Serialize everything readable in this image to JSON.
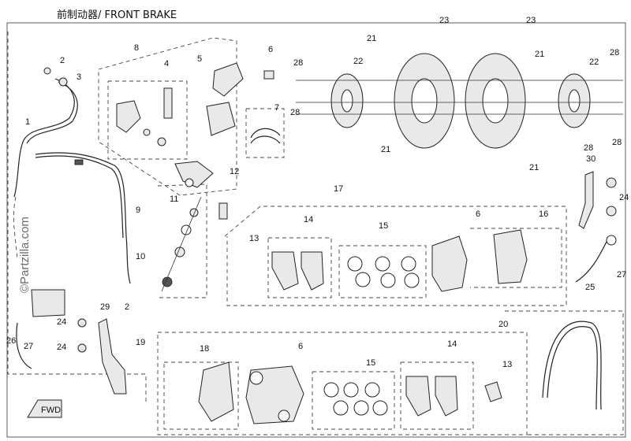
{
  "title": "前制动器/ FRONT BRAKE",
  "watermark": "©Partzilla.com",
  "fwd_label": "FWD",
  "callouts": {
    "c1": "1",
    "c2a": "2",
    "c2b": "2",
    "c3": "3",
    "c4": "4",
    "c5": "5",
    "c6a": "6",
    "c6b": "6",
    "c6c": "6",
    "c7": "7",
    "c8": "8",
    "c9": "9",
    "c10": "10",
    "c11": "11",
    "c12": "12",
    "c13a": "13",
    "c13b": "13",
    "c14a": "14",
    "c14b": "14",
    "c15a": "15",
    "c15b": "15",
    "c16": "16",
    "c17": "17",
    "c18": "18",
    "c19": "19",
    "c20": "20",
    "c21a": "21",
    "c21b": "21",
    "c21c": "21",
    "c21d": "21",
    "c22a": "22",
    "c22b": "22",
    "c23a": "23",
    "c23b": "23",
    "c24a": "24",
    "c24b": "24",
    "c24c": "24",
    "c25": "25",
    "c26": "26",
    "c27a": "27",
    "c27b": "27",
    "c28a": "28",
    "c28b": "28",
    "c28c": "28",
    "c28d": "28",
    "c29": "29",
    "c30": "30"
  }
}
